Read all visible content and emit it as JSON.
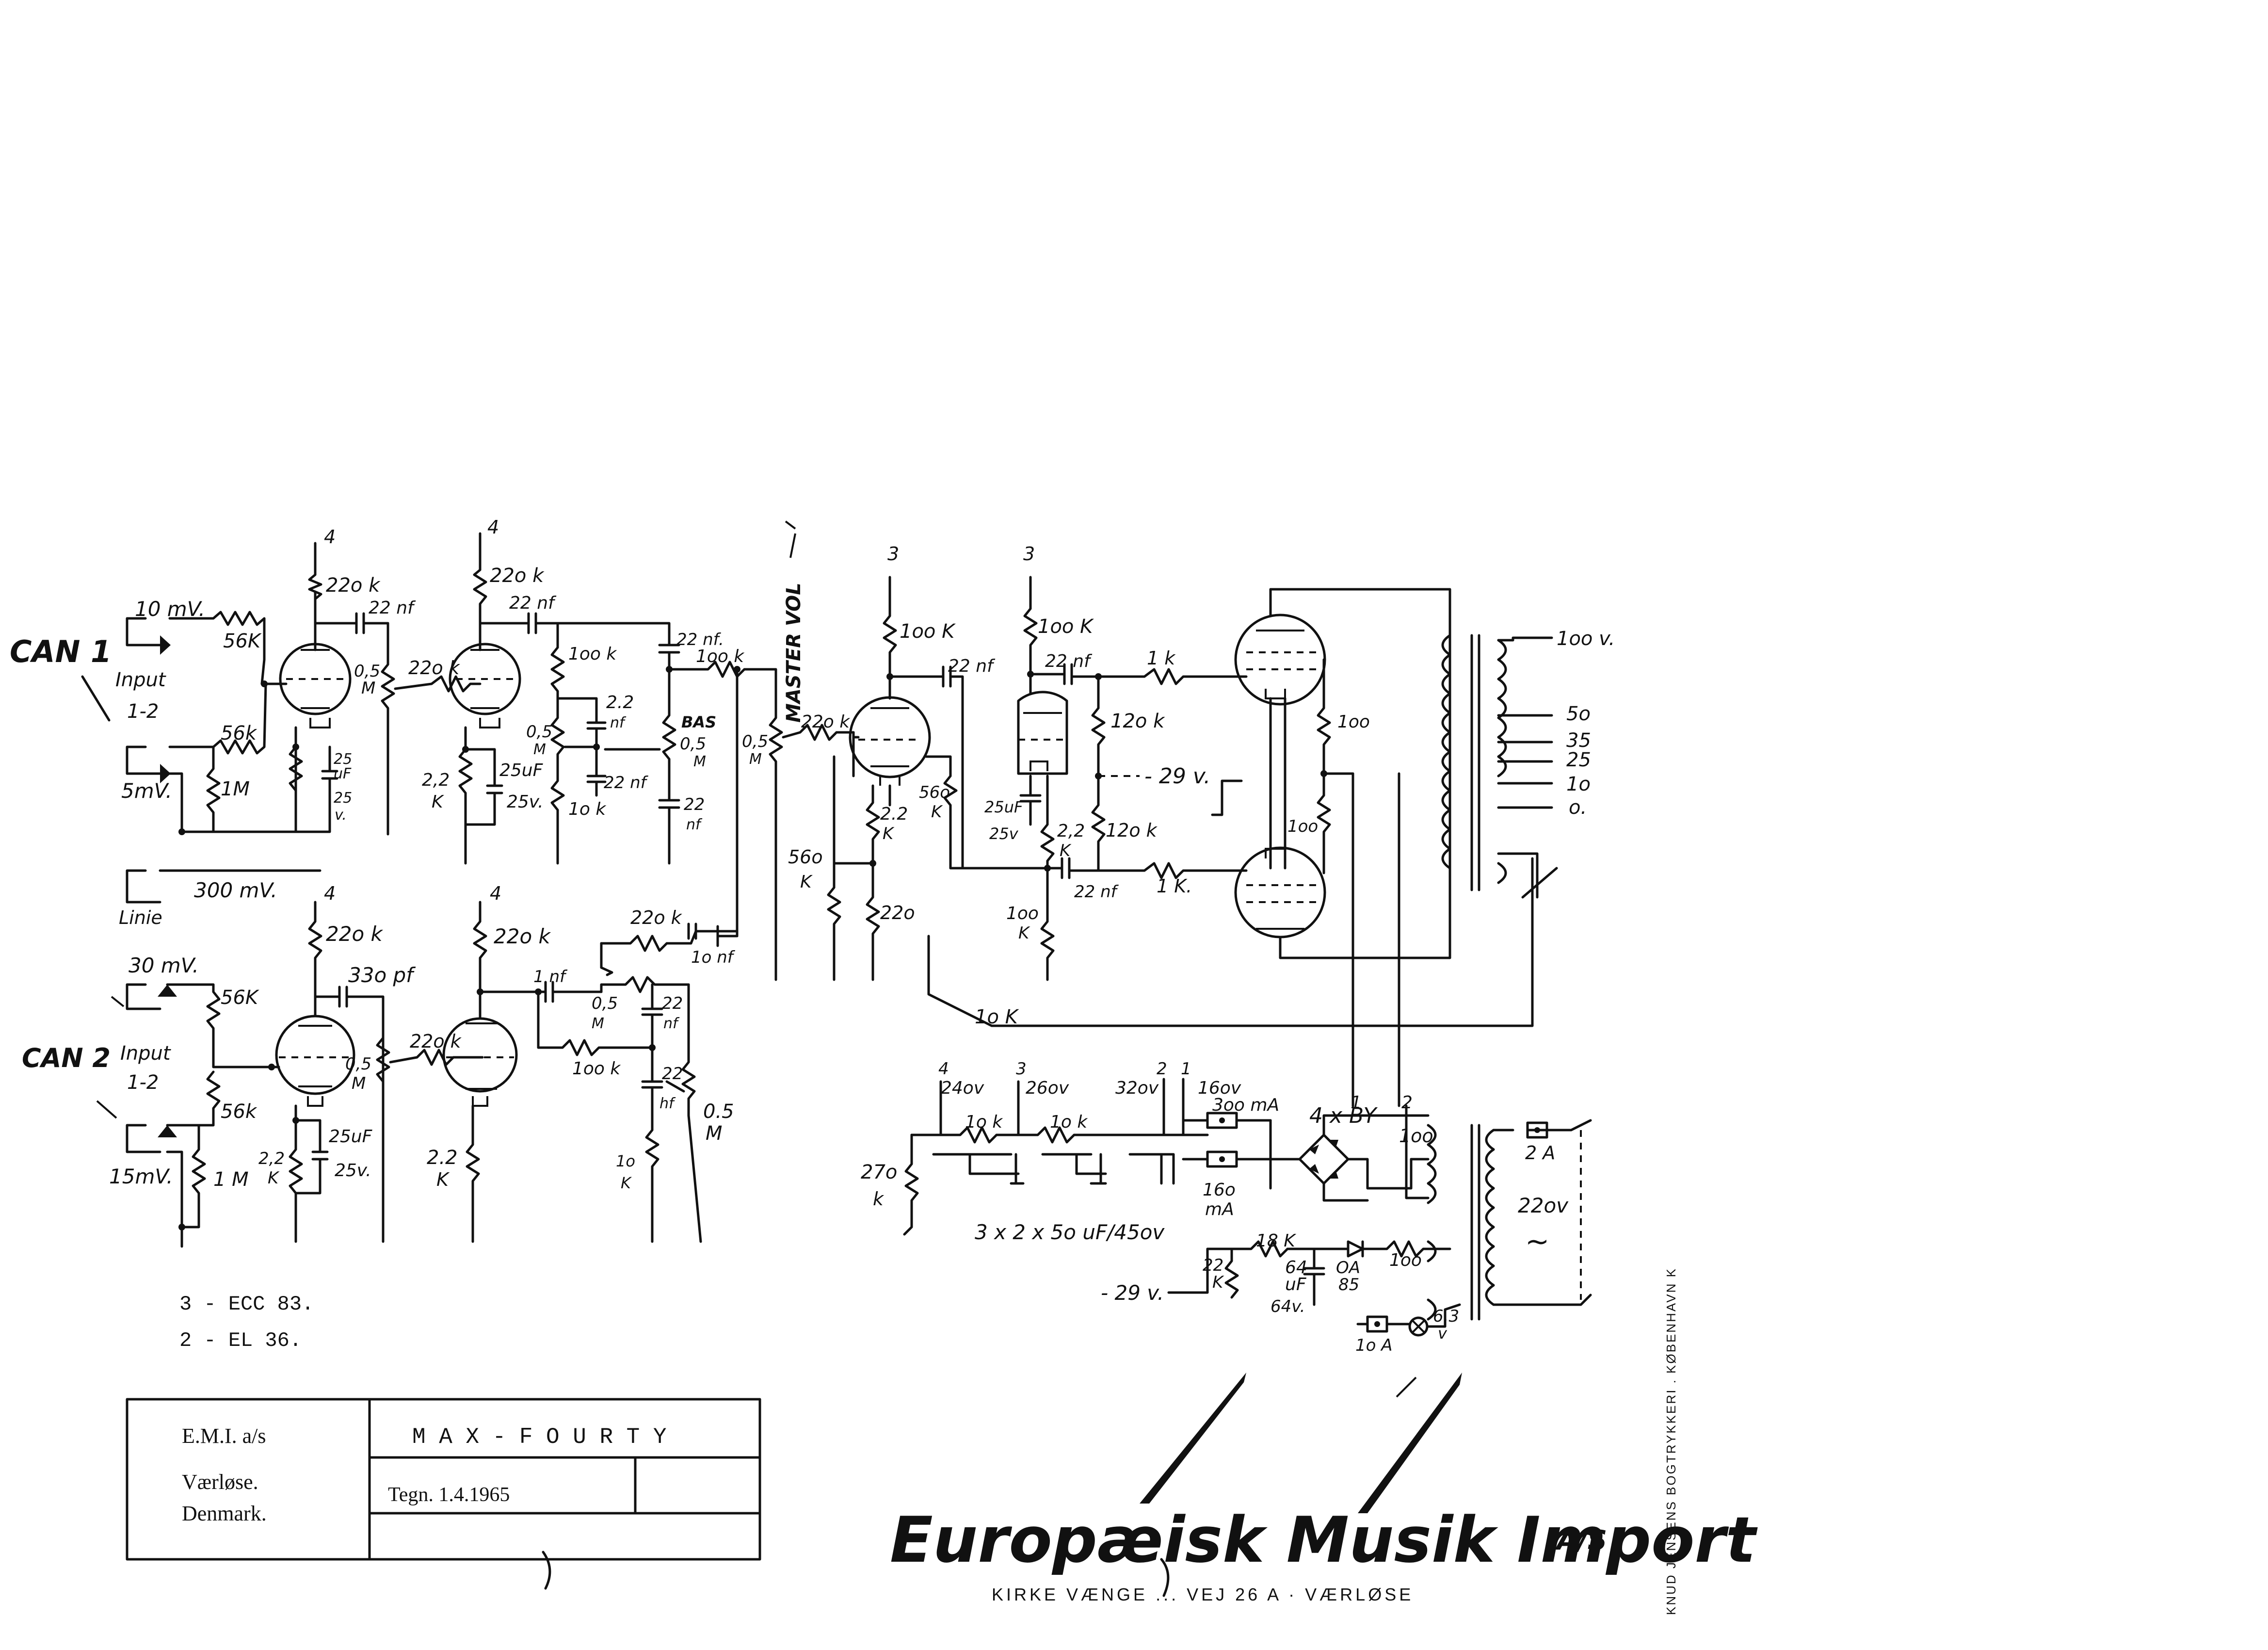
{
  "channels": {
    "ch1": "CAN 1",
    "ch2": "CAN 2"
  },
  "inputs": {
    "ch1_hi": "10 mV.",
    "ch1_label": "Input",
    "ch1_sub": "1-2",
    "ch1_lo": "5mV.",
    "linie_level": "300 mV.",
    "linie": "Linie",
    "ch2_hi": "30 mV.",
    "ch2_label": "Input",
    "ch2_sub": "1-2",
    "ch2_lo": "15mV."
  },
  "supply_nodes": [
    "4",
    "4",
    "3",
    "3",
    "4",
    "4"
  ],
  "components": {
    "r_56k_a": "56K",
    "r_56k_b": "56k",
    "r_1m_a": "1M",
    "r_220k_a": "22o k",
    "c_22nf_a": "22 nf",
    "pot_05m_a": "0,5",
    "pot_m_a": "M",
    "r_220k_grid_a": "22o k",
    "c_25_a": "25",
    "c_uf_a": "uF",
    "c_25v_a": "25",
    "c_v_a": "v.",
    "r_220k_b": "22o k",
    "c_22nf_b": "22 nf",
    "r_22k_b": "2,2",
    "r_k_b": "K",
    "c_25uf_b": "25uF",
    "c_25v_b": "25v.",
    "r_100k_tone": "1oo k",
    "c_22nf_tone": "2.2",
    "c_nf_tone": "nf",
    "pot_05_tone": "0,5",
    "pot_m_tone": "M",
    "c_22nf_tone2": "22 nf",
    "r_10k_tone": "1o k",
    "c_22nf_c": "22 nf.",
    "r_100k_c": "1oo k",
    "bas": "BAS",
    "pot_05_bas": "0,5",
    "pot_m_bas": "M",
    "c_22_bas": "22",
    "c_nf_bas": "nf",
    "master_vol": "MASTER VOL",
    "pot_05_master": "0,5",
    "pot_m_master": "M",
    "r_220k_pi": "22o k",
    "r_560k_pi": "56o",
    "r_k_pi": "K",
    "r_100k_pi1": "1oo K",
    "c_22nf_pi1": "22 nf",
    "r_22k_pi1": "2.2",
    "r_k_pi1": "K",
    "r_220_pi": "22o",
    "r_560k_pi2": "56o",
    "r_k_pi2": "K",
    "r_100k_pi2": "1oo K",
    "c_22nf_pi2": "22 nf",
    "c_25uf_pi2": "25uF",
    "c_25v_pi2": "25v",
    "r_22k_pi2": "2,2",
    "r_k_pi2b": "K",
    "r_100k_pi3": "1oo",
    "r_k_pi3": "K",
    "r_120k_a": "12o k",
    "r_120k_b": "12o k",
    "bias": "- 29 v.",
    "r_1k_a": "1 k",
    "r_1k_b": "1 K.",
    "c_22nf_pi3": "22 nf",
    "r_100_a": "1oo",
    "r_100_b": "1oo",
    "r_10k_fb": "1o K",
    "r_220k_d": "22o k",
    "c_330pf": "33o pf",
    "pot_05_d": "0,5",
    "pot_m_d": "M",
    "r_220k_grid_d": "22o k",
    "c_25uf_d": "25uF",
    "c_25v_d": "25v.",
    "r_22_d": "2,2",
    "r_k_d": "K",
    "r_56k_d": "56K",
    "r_56k_e": "56k",
    "r_1m_d": "1 M",
    "r_220k_e": "22o k",
    "r_22_e": "2.2",
    "r_k_e": "K",
    "c_1nf": "1 nf",
    "pot_05_e": "0,5",
    "pot_m_e": "M",
    "r_100k_e": "1oo k",
    "c_22_e": "22",
    "c_nf_e": "nf",
    "c_22_e2": "22",
    "c_nf_e2": "hf",
    "r_10k_e": "1o",
    "r_k_e2": "K",
    "pot_05_treb": "0.5",
    "pot_m_treb": "M",
    "r_220k_mix": "22o k",
    "c_10nf": "1o nf"
  },
  "output_taps": [
    "1oo v.",
    "5o",
    "35",
    "25",
    "1o",
    "o."
  ],
  "psu": {
    "n4": "4",
    "n3": "3",
    "n2": "2",
    "n1": "1",
    "v240": "24ov",
    "v260": "26ov",
    "v320": "32ov",
    "v160": "16ov",
    "r10k_a": "1o k",
    "r10k_b": "1o k",
    "r270": "27o",
    "r270k": "k",
    "fuse_300": "3oo mA",
    "fuse_160": "16o",
    "fuse_160_ma": "mA",
    "rect": "4 x BY",
    "rect_100": "1oo",
    "caps": "3 x  2 x 5o uF/45ov",
    "r18k": "18 K",
    "r22k": "22",
    "r22k_k": "K",
    "c64": "64",
    "c64_uf": "uF",
    "c64v": "64v.",
    "diode": "OA",
    "diode_n": "85",
    "r100": "1oo",
    "neg": "- 29 v.",
    "fuse_10a": "1o A",
    "lamp": "6.3",
    "lamp_v": "v",
    "fuse_2a": "2 A",
    "mains": "22ov",
    "tilde": "~",
    "sec1": "1",
    "sec2": "2"
  },
  "tubes_list": [
    "3 - ECC 83.",
    "2 - EL  36."
  ],
  "title_block": {
    "company": "E.M.I. a/s",
    "town": "Værløse.",
    "country": "Denmark.",
    "model": "M A X - F O U R T Y",
    "drawn": "Tegn.   1.4.1965"
  },
  "brand": {
    "name": "Europæisk Musik Import",
    "suffix": "A/S",
    "address": "KIRKE VÆNGE  ...  VEJ 26 A  ·  VÆRLØSE"
  },
  "printer": "KNUD JENSENS BOGTRYKKERI . KØBENHAVN K"
}
